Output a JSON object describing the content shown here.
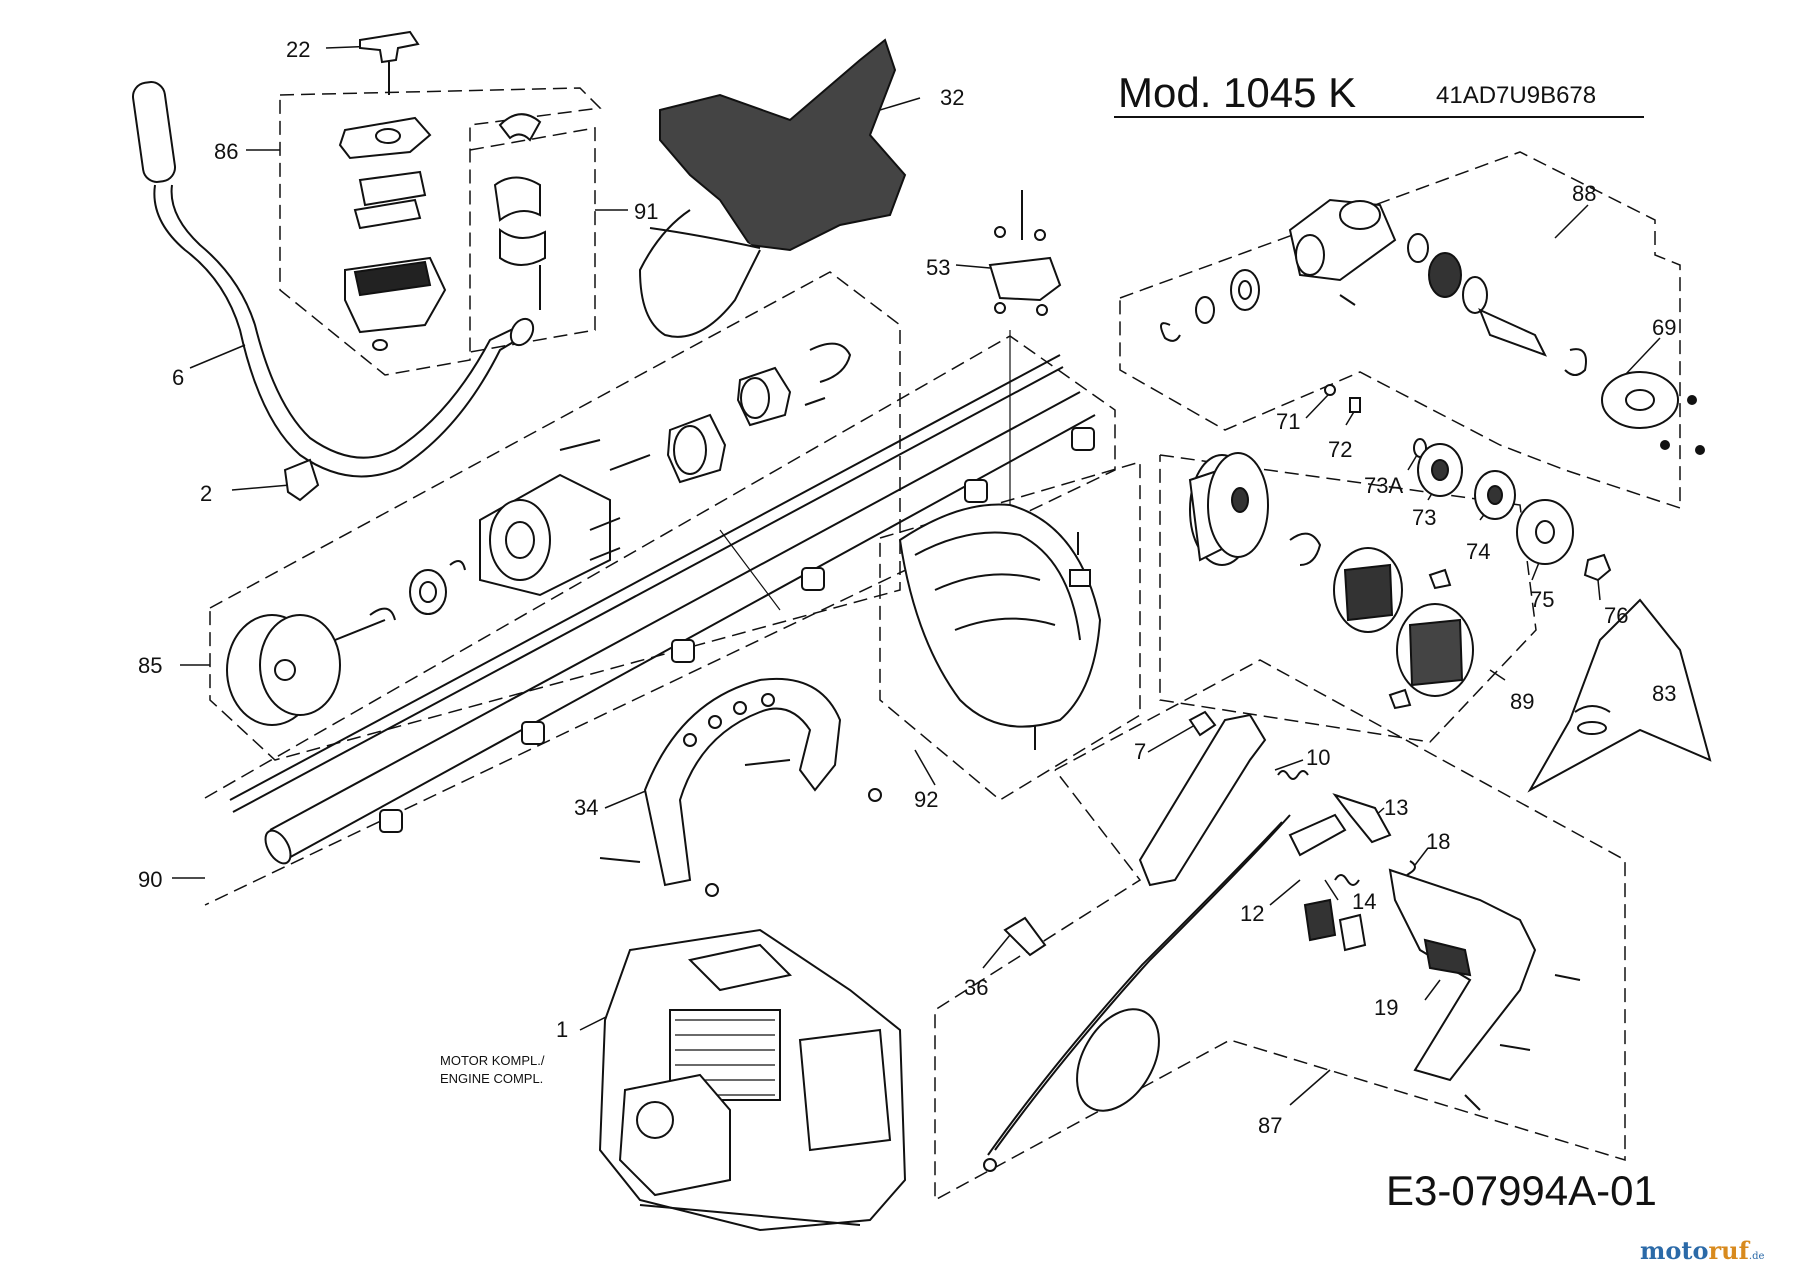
{
  "header": {
    "title": "Mod. 1045 K",
    "model_code": "41AD7U9B678"
  },
  "footer": {
    "drawing_number": "E3-07994A-01",
    "brand": {
      "part1": "moto",
      "part2": "ruf",
      "part3": ".de"
    }
  },
  "motor_note": {
    "line1": "MOTOR KOMPL./",
    "line2": "ENGINE COMPL."
  },
  "part_labels": [
    {
      "id": "p22",
      "text": "22"
    },
    {
      "id": "p32",
      "text": "32"
    },
    {
      "id": "p86",
      "text": "86"
    },
    {
      "id": "p91",
      "text": "91"
    },
    {
      "id": "p6",
      "text": "6"
    },
    {
      "id": "p2",
      "text": "2"
    },
    {
      "id": "p53",
      "text": "53"
    },
    {
      "id": "p88",
      "text": "88"
    },
    {
      "id": "p69",
      "text": "69"
    },
    {
      "id": "p71",
      "text": "71"
    },
    {
      "id": "p72",
      "text": "72"
    },
    {
      "id": "p73A",
      "text": "73A"
    },
    {
      "id": "p73",
      "text": "73"
    },
    {
      "id": "p74",
      "text": "74"
    },
    {
      "id": "p75",
      "text": "75"
    },
    {
      "id": "p76",
      "text": "76"
    },
    {
      "id": "p85",
      "text": "85"
    },
    {
      "id": "p89",
      "text": "89"
    },
    {
      "id": "p83",
      "text": "83"
    },
    {
      "id": "p7",
      "text": "7"
    },
    {
      "id": "p10",
      "text": "10"
    },
    {
      "id": "p13",
      "text": "13"
    },
    {
      "id": "p18",
      "text": "18"
    },
    {
      "id": "p34",
      "text": "34"
    },
    {
      "id": "p92",
      "text": "92"
    },
    {
      "id": "p90",
      "text": "90"
    },
    {
      "id": "p12",
      "text": "12"
    },
    {
      "id": "p14",
      "text": "14"
    },
    {
      "id": "p36",
      "text": "36"
    },
    {
      "id": "p19",
      "text": "19"
    },
    {
      "id": "p1",
      "text": "1"
    },
    {
      "id": "p87",
      "text": "87"
    }
  ]
}
